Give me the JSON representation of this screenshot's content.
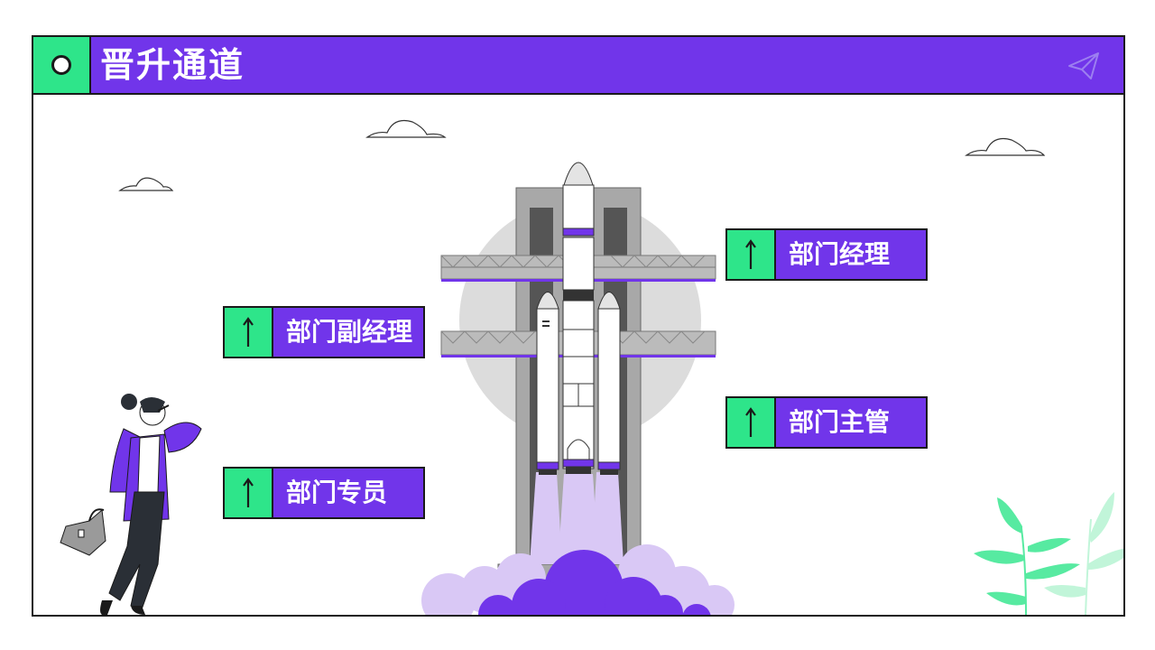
{
  "header": {
    "title": "晋升通道",
    "badge_icon": "circle-icon",
    "send_icon": "paper-plane-icon"
  },
  "career_steps": [
    {
      "label": "部门专员",
      "icon": "arrow-up-icon"
    },
    {
      "label": "部门副经理",
      "icon": "arrow-up-icon"
    },
    {
      "label": "部门主管",
      "icon": "arrow-up-icon"
    },
    {
      "label": "部门经理",
      "icon": "arrow-up-icon"
    }
  ],
  "colors": {
    "accent_purple": "#7135ea",
    "accent_green": "#2ee58a",
    "outline": "#1a1a1a",
    "smoke": "#d9c8f5"
  }
}
